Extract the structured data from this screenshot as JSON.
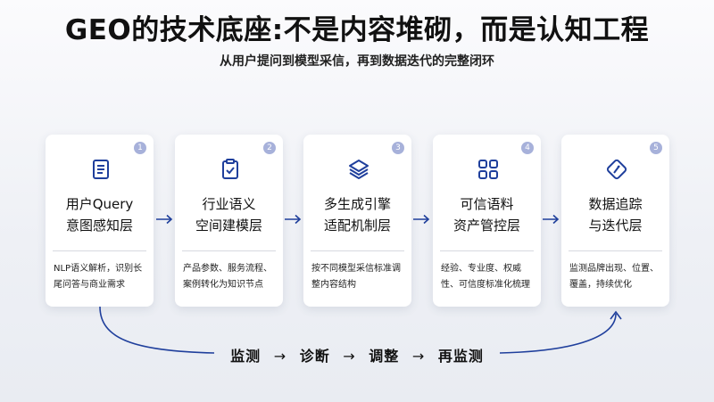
{
  "title": "GEO的技术底座:不是内容堆砌，而是认知工程",
  "subtitle": "从用户提问到模型采信，再到数据迭代的完整闭环",
  "cards": [
    {
      "num": "1",
      "icon": "document-icon",
      "title": "用户Query\n意图感知层",
      "desc": "NLP语义解析，识别长尾问答与商业需求"
    },
    {
      "num": "2",
      "icon": "clipboard-check-icon",
      "title": "行业语义\n空间建模层",
      "desc": "产品参数、服务流程、案例转化为知识节点"
    },
    {
      "num": "3",
      "icon": "layers-icon",
      "title": "多生成引擎\n适配机制层",
      "desc": "按不同模型采信标准调整内容结构"
    },
    {
      "num": "4",
      "icon": "grid-icon",
      "title": "可信语料\n资产管控层",
      "desc": "经验、专业度、权威性、可信度标准化梳理"
    },
    {
      "num": "5",
      "icon": "tag-icon",
      "title": "数据追踪\n与迭代层",
      "desc": "监测品牌出现、位置、覆盖，持续优化"
    }
  ],
  "flow": [
    "监测",
    "诊断",
    "调整",
    "再监测"
  ],
  "flow_separator": "→",
  "colors": {
    "accent": "#1f3f9c",
    "badge": "#a7b1da",
    "arrow": "#1f3f9c"
  }
}
